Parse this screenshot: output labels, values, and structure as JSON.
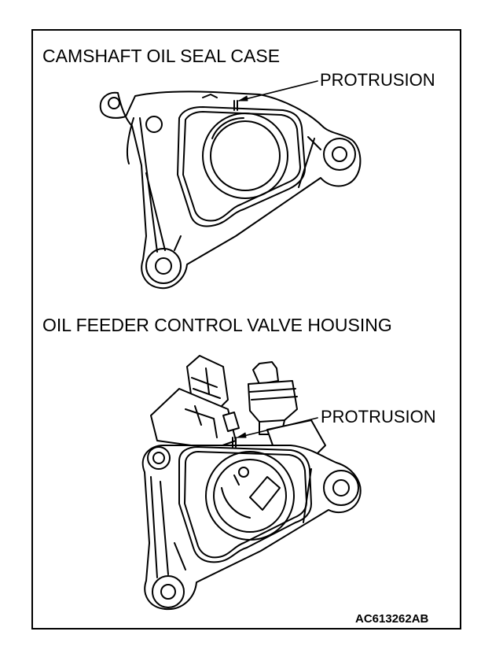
{
  "figure": {
    "top_heading": "CAMSHAFT OIL SEAL CASE",
    "top_callout": "PROTRUSION",
    "bottom_heading": "OIL FEEDER CONTROL VALVE HOUSING",
    "bottom_callout": "PROTRUSION",
    "figure_code": "AC613262AB"
  }
}
